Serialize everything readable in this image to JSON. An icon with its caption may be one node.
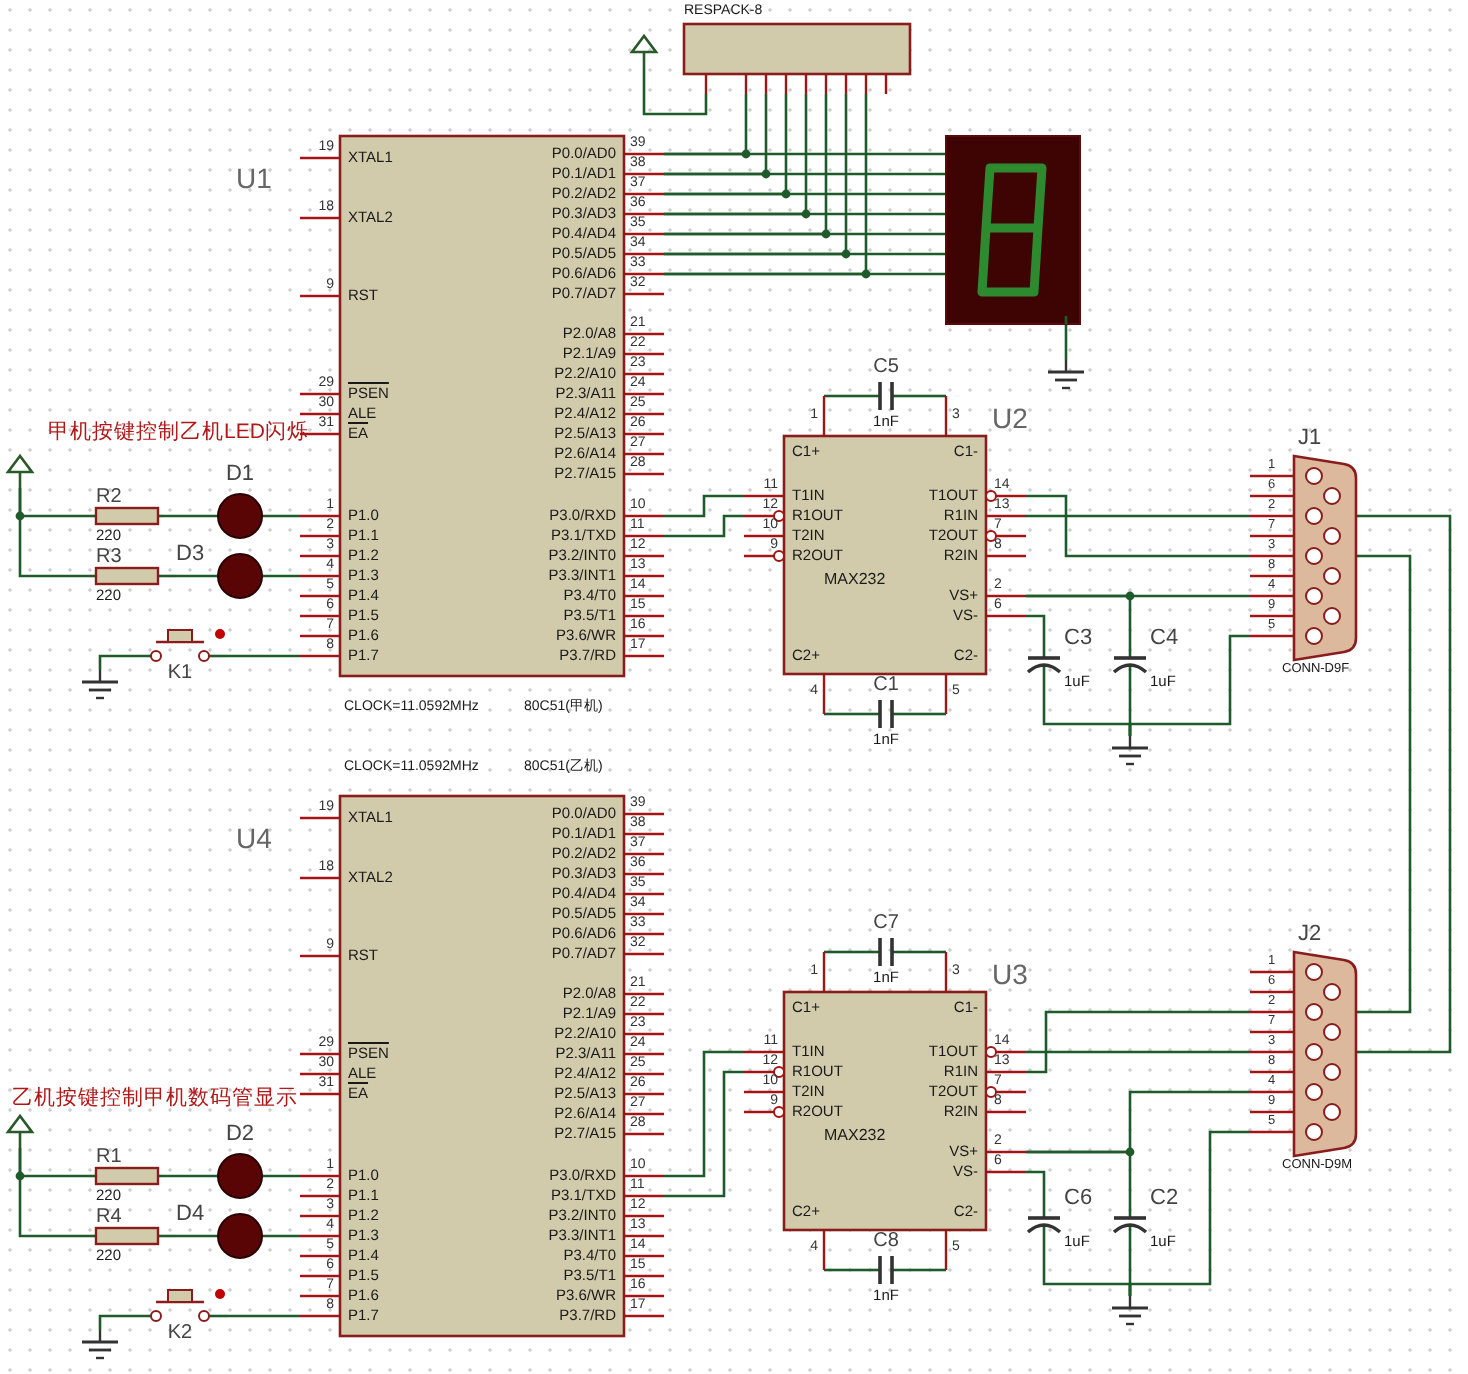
{
  "diagram": {
    "nodes": [
      {
        "text": [],
        "shape": "arrow"
      },
      {
        "text": [
          "RESPACK-8"
        ]
      },
      {
        "text": [
          "XTAL1",
          "XTAL2",
          "RST",
          "PSEN",
          "ALE",
          "EA",
          "P1.0",
          "P1.1",
          "P1.2",
          "P1.3",
          "P1.4",
          "P1.5",
          "P1.6",
          "P1.7",
          "P0.0/AD0",
          "P0.1/AD1",
          "P0.2/AD2",
          "P0.3/AD3",
          "P0.4/AD4",
          "P0.5/AD5",
          "P0.6/AD6",
          "P0.7/AD7",
          "P2.0/A8",
          "P2.1/A9",
          "P2.2/A10",
          "P2.3/A11",
          "P2.4/A12",
          "P2.5/A13",
          "P2.6/A14",
          "P2.7/A15",
          "P3.0/RXD",
          "P3.1/TXD",
          "P3.2/INT0",
          "P3.3/INT1",
          "P3.4/T0",
          "P3.5/T1",
          "P3.6/WR",
          "P3.7/RD"
        ],
        "beside": [
          "U1",
          "19",
          "18",
          "9",
          "29",
          "30",
          "31",
          "1",
          "2",
          "3",
          "4",
          "5",
          "6",
          "7",
          "8",
          "39",
          "38",
          "37",
          "36",
          "35",
          "34",
          "33",
          "32",
          "21",
          "22",
          "23",
          "24",
          "25",
          "26",
          "27",
          "28",
          "10",
          "11",
          "12",
          "13",
          "14",
          "15",
          "16",
          "17",
          "CLOCK=11.0592MHz",
          "80C51(甲机)"
        ]
      },
      {
        "text": [],
        "shape": "box"
      },
      {
        "text": [],
        "shape": "ground"
      },
      {
        "text": [
          "C5",
          "1nF"
        ]
      },
      {
        "text": [
          "C1+",
          "C1-",
          "T1IN",
          "R1OUT",
          "T2IN",
          "R2OUT",
          "T1OUT",
          "R1IN",
          "T2OUT",
          "R2IN",
          "MAX232",
          "VS+",
          "VS-",
          "C2+",
          "C2-"
        ],
        "beside": [
          "U2",
          "1",
          "3",
          "11",
          "12",
          "10",
          "9",
          "14",
          "13",
          "7",
          "8",
          "2",
          "6",
          "4",
          "5"
        ]
      },
      {
        "text": [
          "J1",
          "1",
          "6",
          "2",
          "7",
          "3",
          "8",
          "4",
          "9",
          "5",
          "CONN-D9F"
        ]
      },
      {
        "text": [],
        "shape": "arrow"
      },
      {
        "text": [
          "R2",
          "220"
        ]
      },
      {
        "text": [
          "D1"
        ]
      },
      {
        "text": [
          "R3",
          "220"
        ]
      },
      {
        "text": [
          "D3"
        ]
      },
      {
        "text": [
          "K1"
        ]
      },
      {
        "text": [],
        "shape": "ground"
      },
      {
        "text": [
          "C3",
          "1uF"
        ]
      },
      {
        "text": [
          "C4",
          "1uF"
        ]
      },
      {
        "text": [
          "C1",
          "1nF"
        ]
      },
      {
        "text": [],
        "shape": "ground"
      },
      {
        "text": [
          "XTAL1",
          "XTAL2",
          "RST",
          "PSEN",
          "ALE",
          "EA",
          "P1.0",
          "P1.1",
          "P1.2",
          "P1.3",
          "P1.4",
          "P1.5",
          "P1.6",
          "P1.7",
          "P0.0/AD0",
          "P0.1/AD1",
          "P0.2/AD2",
          "P0.3/AD3",
          "P0.4/AD4",
          "P0.5/AD5",
          "P0.6/AD6",
          "P0.7/AD7",
          "P2.0/A8",
          "P2.1/A9",
          "P2.2/A10",
          "P2.3/A11",
          "P2.4/A12",
          "P2.5/A13",
          "P2.6/A14",
          "P2.7/A15",
          "P3.0/RXD",
          "P3.1/TXD",
          "P3.2/INT0",
          "P3.3/INT1",
          "P3.4/T0",
          "P3.5/T1",
          "P3.6/WR",
          "P3.7/RD"
        ],
        "beside": [
          "U4",
          "19",
          "18",
          "9",
          "29",
          "30",
          "31",
          "1",
          "2",
          "3",
          "4",
          "5",
          "6",
          "7",
          "8",
          "39",
          "38",
          "37",
          "36",
          "35",
          "34",
          "33",
          "32",
          "21",
          "22",
          "23",
          "24",
          "25",
          "26",
          "27",
          "28",
          "10",
          "11",
          "12",
          "13",
          "14",
          "15",
          "16",
          "17",
          "CLOCK=11.0592MHz",
          "80C51(乙机)"
        ]
      },
      {
        "text": [
          "C7",
          "1nF"
        ]
      },
      {
        "text": [
          "C1+",
          "C1-",
          "T1IN",
          "R1OUT",
          "T2IN",
          "R2OUT",
          "T1OUT",
          "R1IN",
          "T2OUT",
          "R2IN",
          "MAX232",
          "VS+",
          "VS-",
          "C2+",
          "C2-"
        ],
        "beside": [
          "U3",
          "1",
          "3",
          "11",
          "12",
          "10",
          "9",
          "14",
          "13",
          "7",
          "8",
          "2",
          "6",
          "4",
          "5"
        ]
      },
      {
        "text": [
          "J2",
          "1",
          "6",
          "2",
          "7",
          "3",
          "8",
          "4",
          "9",
          "5",
          "CONN-D9M"
        ]
      },
      {
        "text": [],
        "shape": "arrow"
      },
      {
        "text": [
          "R1",
          "220"
        ]
      },
      {
        "text": [
          "D2"
        ]
      },
      {
        "text": [
          "R4",
          "220"
        ]
      },
      {
        "text": [
          "D4"
        ]
      },
      {
        "text": [
          "K2"
        ]
      },
      {
        "text": [],
        "shape": "ground"
      },
      {
        "text": [
          "C6",
          "1uF"
        ]
      },
      {
        "text": [
          "C2",
          "1uF"
        ]
      },
      {
        "text": [
          "C8",
          "1nF"
        ]
      },
      {
        "text": [],
        "shape": "ground"
      }
    ],
    "edges": [
      {
        "from": 0,
        "to": 1,
        "arrow": "none"
      },
      {
        "from": 1,
        "to": 2,
        "arrow": "none"
      },
      {
        "from": 1,
        "to": 2,
        "arrow": "none"
      },
      {
        "from": 1,
        "to": 2,
        "arrow": "none"
      },
      {
        "from": 1,
        "to": 2,
        "arrow": "none"
      },
      {
        "from": 1,
        "to": 2,
        "arrow": "none"
      },
      {
        "from": 1,
        "to": 2,
        "arrow": "none"
      },
      {
        "from": 1,
        "to": 2,
        "arrow": "none"
      },
      {
        "from": 2,
        "to": 3,
        "arrow": "none"
      },
      {
        "from": 2,
        "to": 3,
        "arrow": "none"
      },
      {
        "from": 2,
        "to": 3,
        "arrow": "none"
      },
      {
        "from": 2,
        "to": 3,
        "arrow": "none"
      },
      {
        "from": 2,
        "to": 3,
        "arrow": "none"
      },
      {
        "from": 2,
        "to": 3,
        "arrow": "none"
      },
      {
        "from": 2,
        "to": 3,
        "arrow": "none"
      },
      {
        "from": 3,
        "to": 4,
        "arrow": "none"
      },
      {
        "from": 5,
        "to": 6,
        "arrow": "none"
      },
      {
        "from": 5,
        "to": 6,
        "arrow": "none"
      },
      {
        "from": 2,
        "to": 6,
        "arrow": "none"
      },
      {
        "from": 2,
        "to": 6,
        "arrow": "none"
      },
      {
        "from": 6,
        "to": 7,
        "arrow": "none"
      },
      {
        "from": 6,
        "to": 7,
        "arrow": "none"
      },
      {
        "from": 6,
        "to": 7,
        "arrow": "none"
      },
      {
        "from": 16,
        "to": 6,
        "arrow": "none"
      },
      {
        "from": 6,
        "to": 15,
        "arrow": "none"
      },
      {
        "from": 15,
        "to": 18,
        "arrow": "none"
      },
      {
        "from": 16,
        "to": 18,
        "arrow": "none"
      },
      {
        "from": 7,
        "to": 18,
        "arrow": "none"
      },
      {
        "from": 17,
        "to": 6,
        "arrow": "none"
      },
      {
        "from": 17,
        "to": 6,
        "arrow": "none"
      },
      {
        "from": 8,
        "to": 9,
        "arrow": "none"
      },
      {
        "from": 8,
        "to": 11,
        "arrow": "none"
      },
      {
        "from": 9,
        "to": 10,
        "arrow": "none"
      },
      {
        "from": 11,
        "to": 12,
        "arrow": "none"
      },
      {
        "from": 10,
        "to": 2,
        "arrow": "none"
      },
      {
        "from": 12,
        "to": 2,
        "arrow": "none"
      },
      {
        "from": 13,
        "to": 2,
        "arrow": "none"
      },
      {
        "from": 13,
        "to": 14,
        "arrow": "none"
      },
      {
        "from": 7,
        "to": 22,
        "arrow": "none"
      },
      {
        "from": 7,
        "to": 22,
        "arrow": "none"
      },
      {
        "from": 20,
        "to": 21,
        "arrow": "none"
      },
      {
        "from": 20,
        "to": 21,
        "arrow": "none"
      },
      {
        "from": 19,
        "to": 21,
        "arrow": "none"
      },
      {
        "from": 19,
        "to": 21,
        "arrow": "none"
      },
      {
        "from": 21,
        "to": 22,
        "arrow": "none"
      },
      {
        "from": 21,
        "to": 22,
        "arrow": "none"
      },
      {
        "from": 21,
        "to": 22,
        "arrow": "none"
      },
      {
        "from": 31,
        "to": 21,
        "arrow": "none"
      },
      {
        "from": 21,
        "to": 30,
        "arrow": "none"
      },
      {
        "from": 30,
        "to": 33,
        "arrow": "none"
      },
      {
        "from": 31,
        "to": 33,
        "arrow": "none"
      },
      {
        "from": 22,
        "to": 33,
        "arrow": "none"
      },
      {
        "from": 32,
        "to": 21,
        "arrow": "none"
      },
      {
        "from": 32,
        "to": 21,
        "arrow": "none"
      },
      {
        "from": 23,
        "to": 24,
        "arrow": "none"
      },
      {
        "from": 23,
        "to": 26,
        "arrow": "none"
      },
      {
        "from": 24,
        "to": 25,
        "arrow": "none"
      },
      {
        "from": 26,
        "to": 27,
        "arrow": "none"
      },
      {
        "from": 25,
        "to": 19,
        "arrow": "none"
      },
      {
        "from": 27,
        "to": 19,
        "arrow": "none"
      },
      {
        "from": 28,
        "to": 19,
        "arrow": "none"
      },
      {
        "from": 28,
        "to": 29,
        "arrow": "none"
      }
    ],
    "labels": [
      "甲机按键控制乙机LED闪烁",
      "乙机按键控制甲机数码管显示"
    ]
  }
}
